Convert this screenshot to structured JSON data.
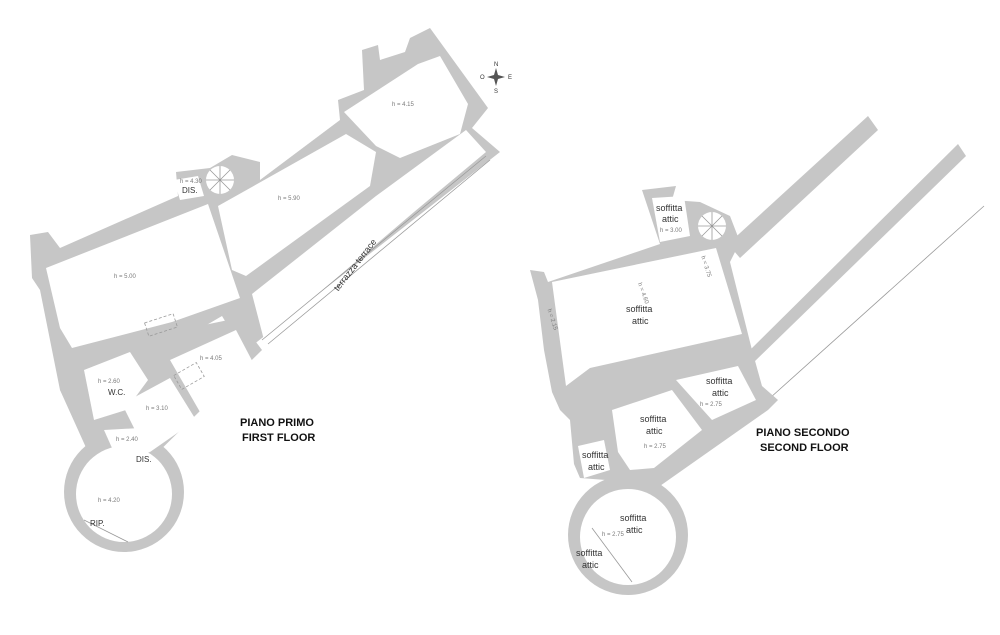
{
  "compass": {
    "north": "N",
    "east": "E",
    "west": "O",
    "south": "S"
  },
  "first_floor": {
    "title_it": "PIANO PRIMO",
    "title_en": "FIRST FLOOR",
    "terrace_label": "terrazza  terrace",
    "rooms": {
      "top_right_h": "h = 4.15",
      "middle_h": "h = 5.90",
      "left_h": "h = 5.00",
      "dis_top_h": "h = 4.30",
      "dis_top_label": "DIS.",
      "center_h": "h = 4.05",
      "wc_h": "h = 2.60",
      "wc_label": "W.C.",
      "small_h": "h = 3.10",
      "corridor_h": "h = 2.40",
      "dis_bottom_label": "DIS.",
      "tower_h": "h = 4.20",
      "rip_label": "RIP."
    }
  },
  "second_floor": {
    "title_it": "PIANO SECONDO",
    "title_en": "SECOND FLOOR",
    "attic_word_it": "soffitta",
    "attic_word_en": "attic",
    "heights": {
      "top_small": "h = 3.00",
      "main": "h = 4.60",
      "wall_left": "h = 2.15",
      "wall_right": "h = 3.75",
      "right": "h = 2.75",
      "center": "h = 2.75",
      "tower": "h = 2.75"
    }
  }
}
